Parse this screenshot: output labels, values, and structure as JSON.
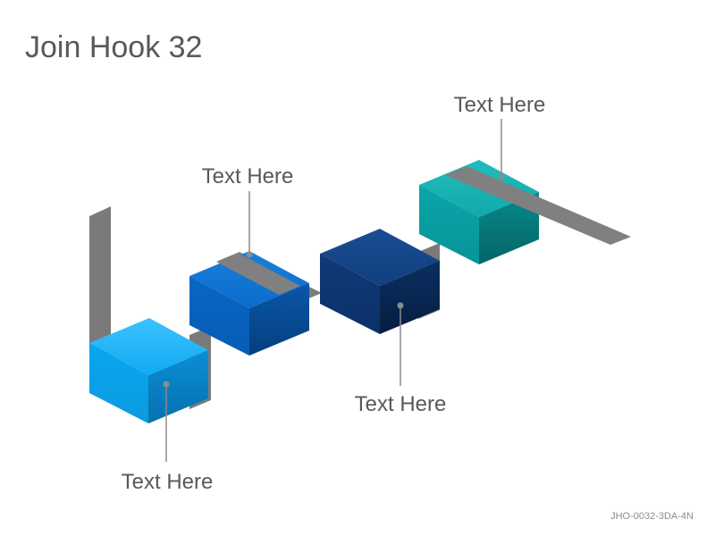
{
  "title": "Join Hook 32",
  "labels": {
    "box1": "Text Here",
    "box2": "Text Here",
    "box3": "Text Here",
    "box4": "Text Here"
  },
  "code": "JHO-0032-3DA-4N",
  "colors": {
    "box1": "#0aa6ef",
    "box2": "#0866c4",
    "box3": "#0e3a78",
    "box4": "#0aa6aa",
    "ribbon": "#7f7f7f",
    "text": "#595959"
  }
}
